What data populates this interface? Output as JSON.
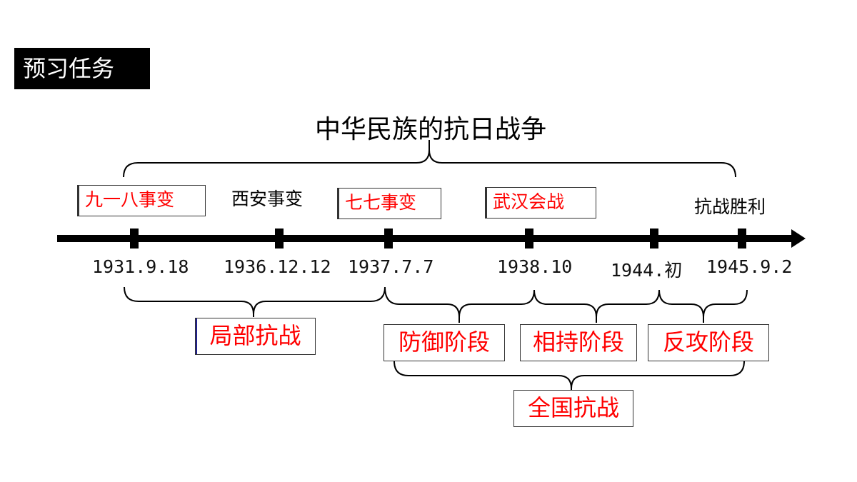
{
  "badge": "预习任务",
  "title": "中华民族的抗日战争",
  "events": [
    {
      "label": "九一八事变",
      "boxed": true,
      "color": "#ff0000"
    },
    {
      "label": "西安事变",
      "boxed": false,
      "color": "#000000"
    },
    {
      "label": "七七事变",
      "boxed": true,
      "color": "#ff0000"
    },
    {
      "label": "武汉会战",
      "boxed": true,
      "color": "#ff0000"
    },
    {
      "label": "抗战胜利",
      "boxed": false,
      "color": "#000000"
    }
  ],
  "dates": [
    "1931.9.18",
    "1936.12.12",
    "1937.7.7",
    "1938.10",
    "1944.初",
    "1945.9.2"
  ],
  "phases": {
    "partial": "局部抗战",
    "defense": "防御阶段",
    "stalemate": "相持阶段",
    "counter": "反攻阶段",
    "national": "全国抗战"
  },
  "colors": {
    "accent": "#ff0000",
    "partial_border": "#1f1f8f"
  }
}
